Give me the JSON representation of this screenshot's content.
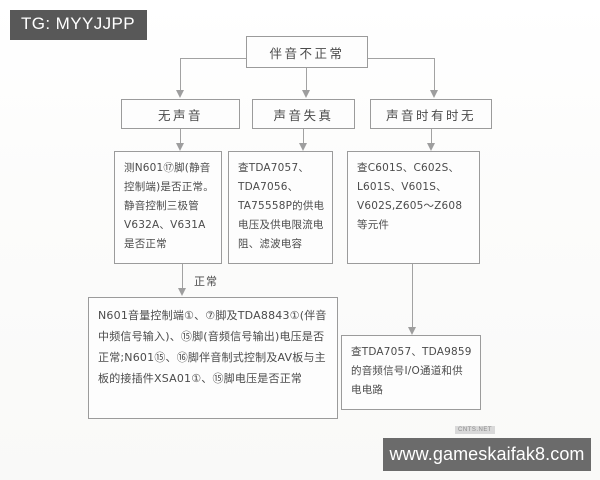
{
  "overlay": {
    "tg_tag": "TG: MYYJJPP",
    "site_banner": "www.gameskaifak8.com",
    "mini_watermark": "CNTS.NET"
  },
  "diagram": {
    "title_node": "伴音不正常",
    "branches": [
      {
        "label": "无声音"
      },
      {
        "label": "声音失真"
      },
      {
        "label": "声音时有时无"
      }
    ],
    "checks": [
      {
        "text": "测N601⑰脚(静音控制端)是否正常。静音控制三极管V632A、V631A是否正常"
      },
      {
        "text": "查TDA7057、TDA7056、TA75558P的供电电压及供电限流电阻、滤波电容"
      },
      {
        "text": "查C601S、C602S、L601S、V601S、V602S,Z605～Z608等元件"
      }
    ],
    "edge_label_normal": "正常",
    "bottom_left": "N601音量控制端①、⑦脚及TDA8843①(伴音中频信号输入)、⑮脚(音频信号输出)电压是否正常;N601⑮、⑯脚伴音制式控制及AV板与主板的接插件XSA01①、⑮脚电压是否正常",
    "bottom_right": "查TDA7057、TDA9859的音频信号I/O通道和供电电路"
  }
}
